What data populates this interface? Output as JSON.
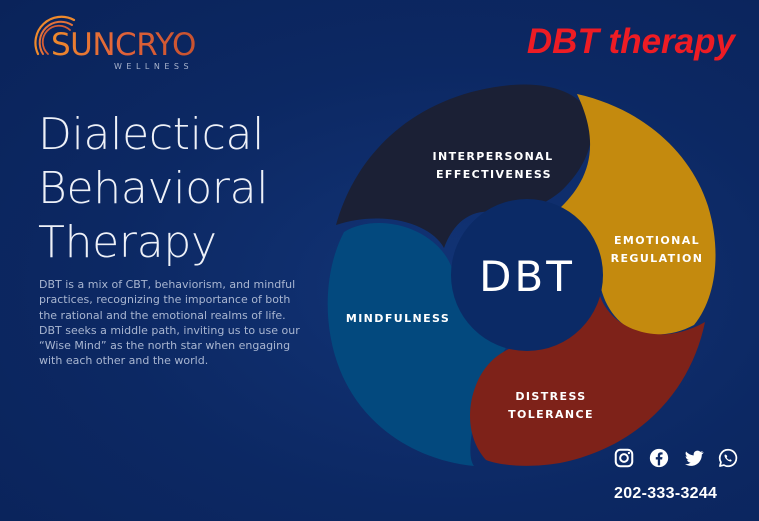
{
  "brand": {
    "name": "SUNCRYO",
    "tagline": "WELLNESS",
    "logo_icon": "sun-arc-icon"
  },
  "header": {
    "title": "DBT therapy"
  },
  "headline": {
    "lines": [
      "Dialectical",
      "Behavioral",
      "Therapy"
    ]
  },
  "description": "DBT is a mix of CBT, behaviorism, and mindful practices, recognizing the importance of both the rational and the emotional realms of life. DBT seeks a middle path, inviting us to use our “Wise Mind” as the north star when engaging with each other and the world.",
  "diagram": {
    "center_label": "DBT",
    "segments": [
      {
        "name": "interpersonal",
        "lines": [
          "INTERPERSONAL",
          "EFFECTIVENESS"
        ],
        "color": "#1b2035"
      },
      {
        "name": "emotional",
        "lines": [
          "EMOTIONAL",
          "REGULATION"
        ],
        "color": "#c48a0e"
      },
      {
        "name": "distress",
        "lines": [
          "DISTRESS",
          "TOLERANCE"
        ],
        "color": "#7e2219"
      },
      {
        "name": "mindfulness",
        "lines": [
          "MINDFULNESS"
        ],
        "color": "#03497e"
      }
    ],
    "center_color": "#0b2a66"
  },
  "social": {
    "icons": [
      "instagram-icon",
      "facebook-icon",
      "twitter-icon",
      "whatsapp-icon"
    ],
    "phone": "202-333-3244"
  },
  "colors": {
    "background": "#0c2863",
    "accent_red": "#ee1c24",
    "brand_orange": "#e8892e"
  }
}
